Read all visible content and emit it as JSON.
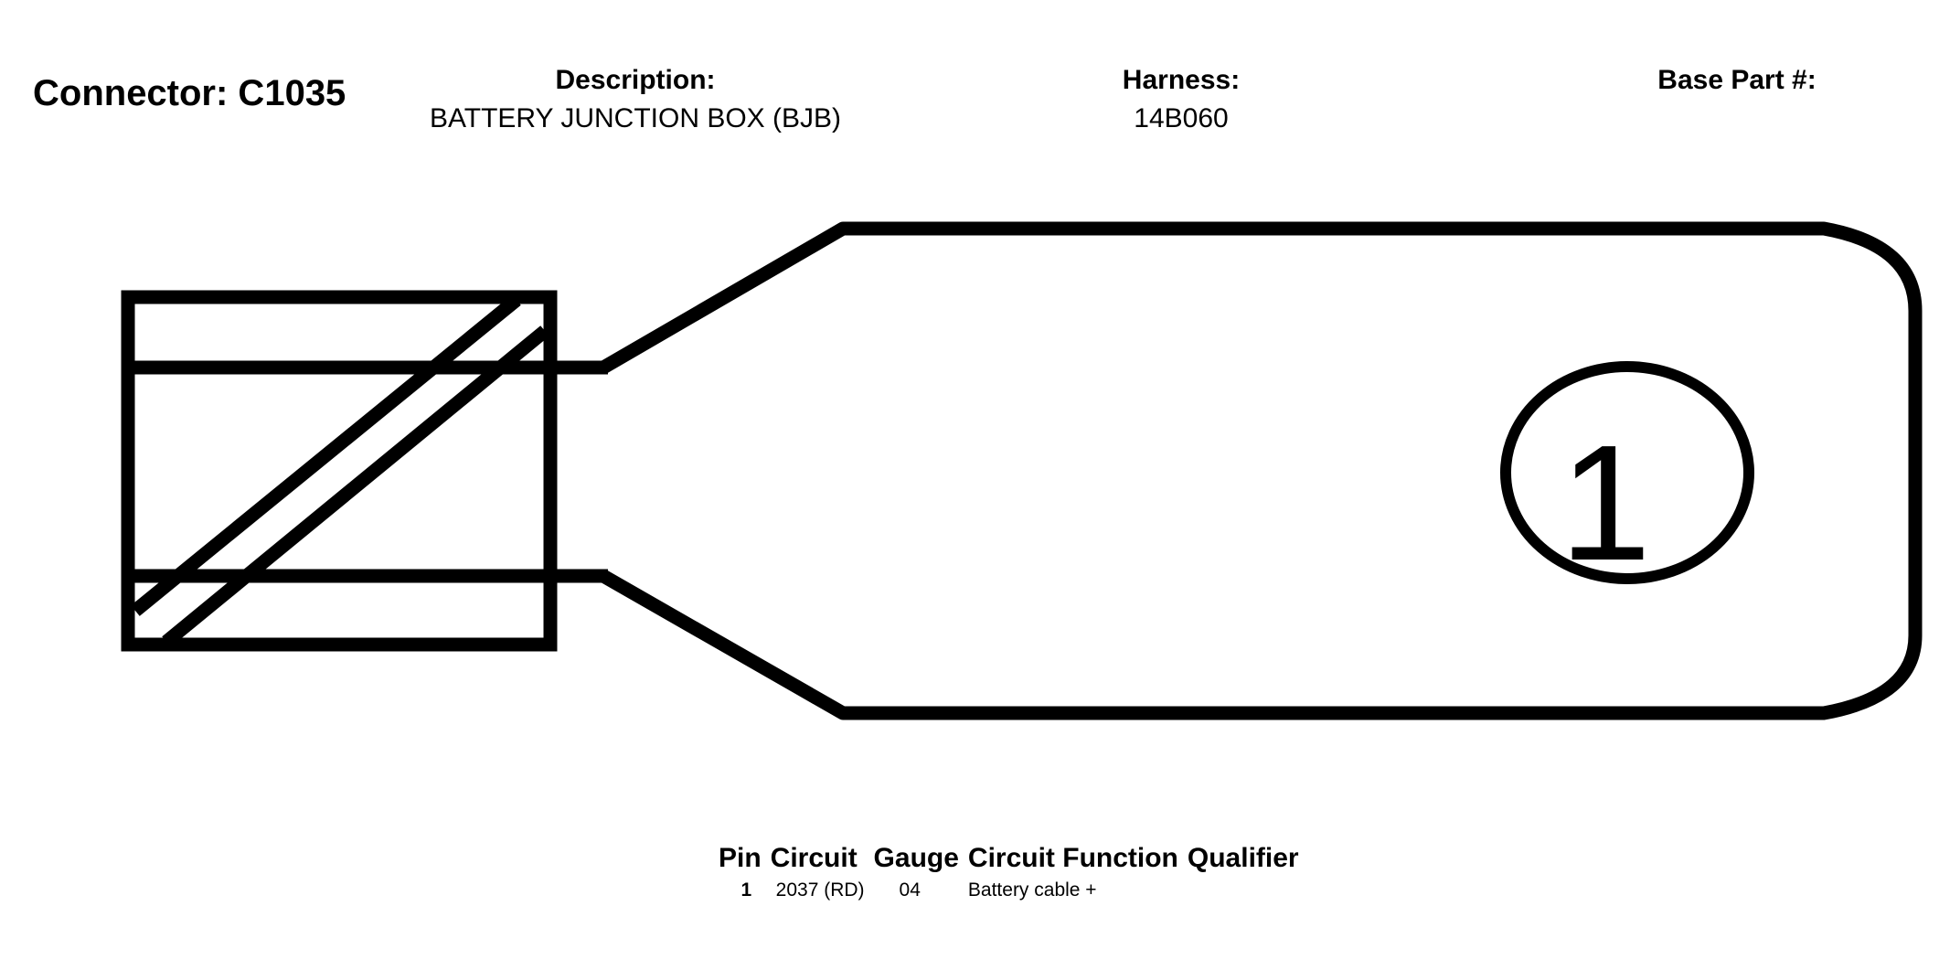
{
  "header": {
    "connector_title": "Connector: C1035",
    "description_label": "Description:",
    "description_value": "BATTERY JUNCTION BOX (BJB)",
    "harness_label": "Harness:",
    "harness_value": "14B060",
    "base_part_label": "Base Part #:",
    "base_part_value": ""
  },
  "diagram": {
    "pin_label": "1"
  },
  "pin_table": {
    "headers": [
      "Pin",
      "Circuit",
      "Gauge",
      "Circuit Function",
      "Qualifier"
    ],
    "rows": [
      {
        "pin": "1",
        "circuit": "2037 (RD)",
        "gauge": "04",
        "function": "Battery cable +",
        "qualifier": ""
      }
    ]
  }
}
